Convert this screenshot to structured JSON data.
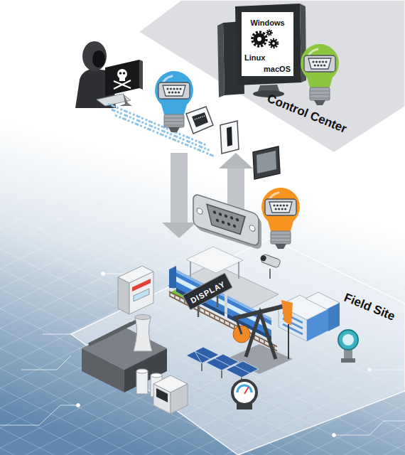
{
  "diagram": {
    "nodes": [
      {
        "text": [
          "Control Center"
        ]
      },
      {
        "text": [
          "Windows",
          "Linux",
          "macOS"
        ],
        "in": 0
      },
      {
        "text": [
          "Field Site"
        ]
      },
      {
        "text": [
          "DISPLAY"
        ],
        "in": 2
      }
    ],
    "edges": [
      {
        "from": 0,
        "to": 2,
        "arrow": "to"
      },
      {
        "from": 2,
        "to": 0,
        "arrow": "to"
      }
    ]
  }
}
